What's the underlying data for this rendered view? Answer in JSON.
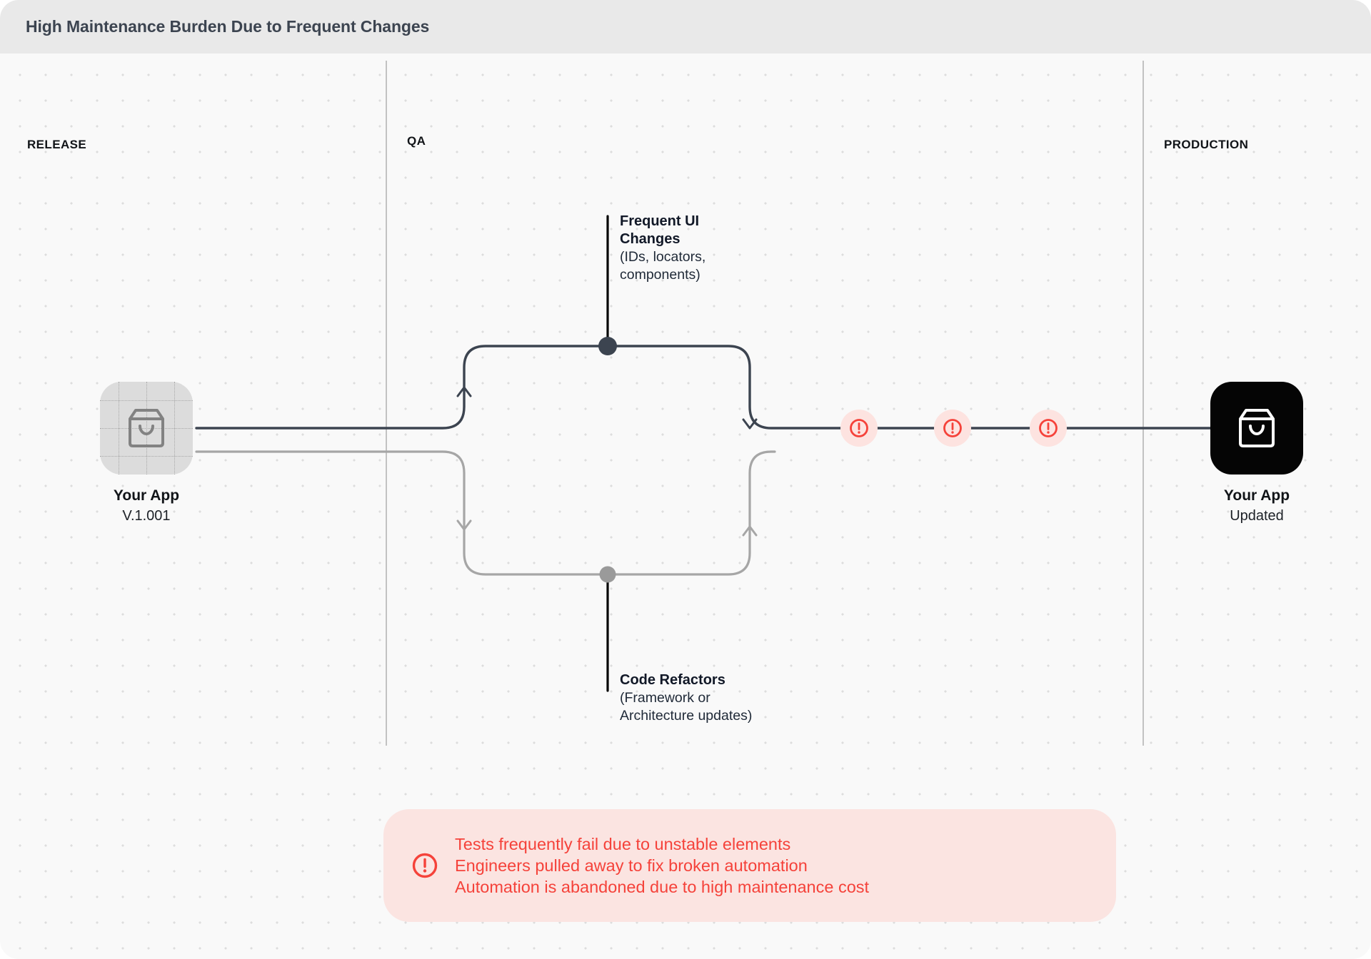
{
  "header": {
    "title": "High Maintenance Burden Due to Frequent Changes"
  },
  "lanes": [
    {
      "label": "RELEASE"
    },
    {
      "label": "QA"
    },
    {
      "label": "PRODUCTION"
    }
  ],
  "nodes": {
    "source": {
      "icon": "shopping-bag-icon",
      "name": "Your App",
      "version": "V.1.001"
    },
    "target": {
      "icon": "shopping-bag-icon",
      "name": "Your App",
      "status": "Updated"
    }
  },
  "annotations": {
    "top": {
      "title": "Frequent UI\nChanges",
      "subtitle": "(IDs, locators,\ncomponents)"
    },
    "bottom": {
      "title": "Code Refactors",
      "subtitle": "(Framework or\nArchitecture updates)"
    }
  },
  "warning_badges": [
    {
      "icon": "alert-circle-icon"
    },
    {
      "icon": "alert-circle-icon"
    },
    {
      "icon": "alert-circle-icon"
    }
  ],
  "callout": {
    "icon": "alert-circle-icon",
    "lines": [
      "Tests frequently fail due to unstable elements",
      "Engineers pulled away to fix broken automation",
      "Automation is abandoned due to high maintenance cost"
    ]
  },
  "colors": {
    "header_bg": "#e9e9e9",
    "surface_bg": "#f9f9f9",
    "dark_wire": "#3c4450",
    "light_wire": "#a6a6a6",
    "accent_red": "#f5423a",
    "callout_bg": "#fbe4e1",
    "badge_bg": "#fde3e0",
    "tile_light": "#dcdcdc",
    "tile_dark": "#050505"
  }
}
